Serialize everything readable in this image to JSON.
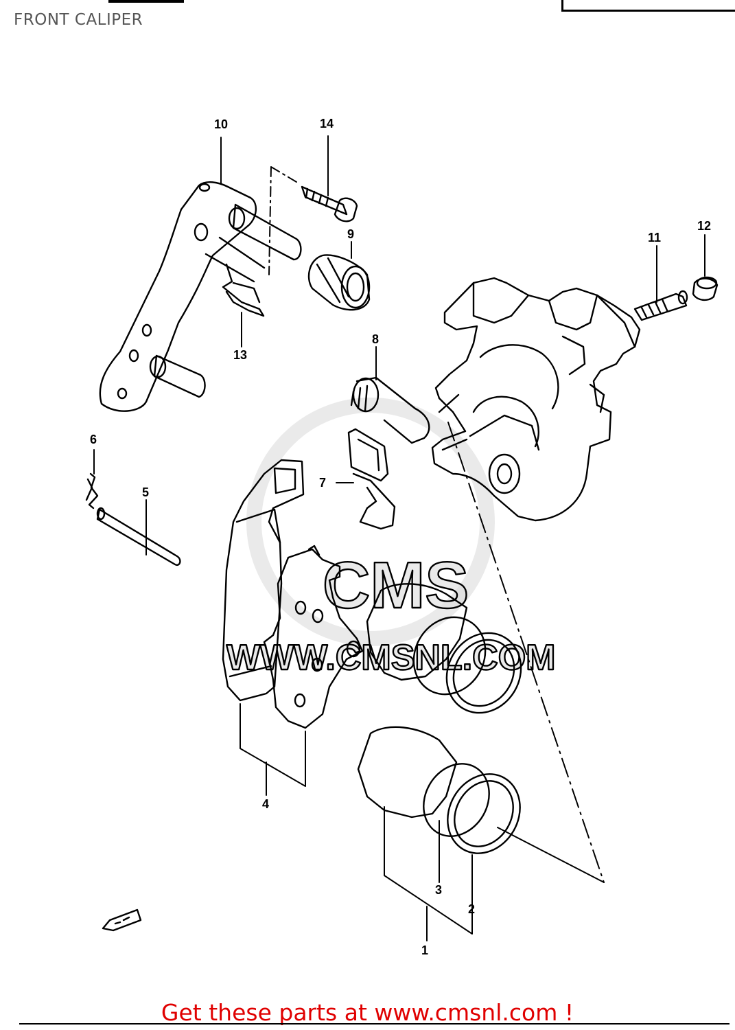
{
  "title": "FRONT CALIPER",
  "watermark": {
    "brand": "CMS",
    "url": "WWW.CMSNL.COM"
  },
  "callouts": [
    "1",
    "2",
    "3",
    "4",
    "5",
    "6",
    "7",
    "8",
    "9",
    "10",
    "11",
    "12",
    "13",
    "14"
  ],
  "footer": {
    "text": "Get these parts at www.cmsnl.com !",
    "color": "#e00000"
  },
  "icons": {
    "front_arrow": "front-direction-arrow-icon"
  }
}
